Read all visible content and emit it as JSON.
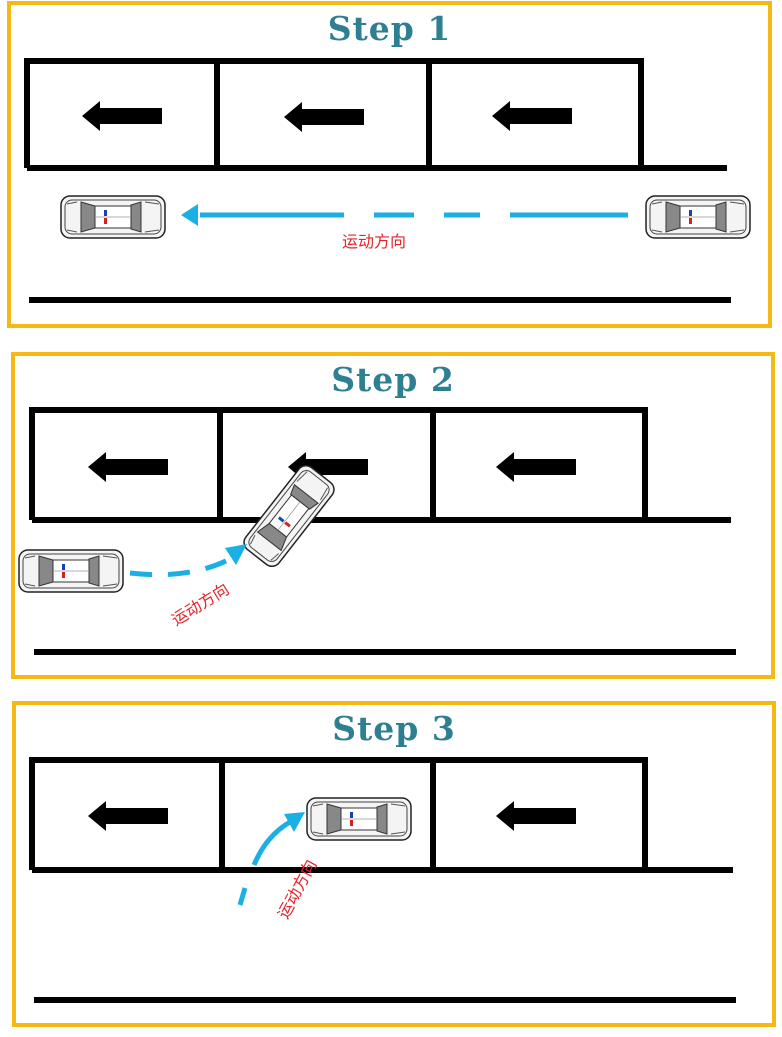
{
  "colors": {
    "panel_border": "#f5b914",
    "title": "#2e7f91",
    "motion_arrow": "#1ab0e6",
    "motion_label": "#e3232a",
    "lines": "#000000"
  },
  "icons": {
    "lane_arrow": "left-arrow-icon",
    "vehicle": "car-icon",
    "motion": "dashed-arrow-icon"
  },
  "steps": [
    {
      "title": "Step 1",
      "motion_label": "运动方向"
    },
    {
      "title": "Step 2",
      "motion_label": "运动方向"
    },
    {
      "title": "Step 3",
      "motion_label": "运动方向"
    }
  ]
}
